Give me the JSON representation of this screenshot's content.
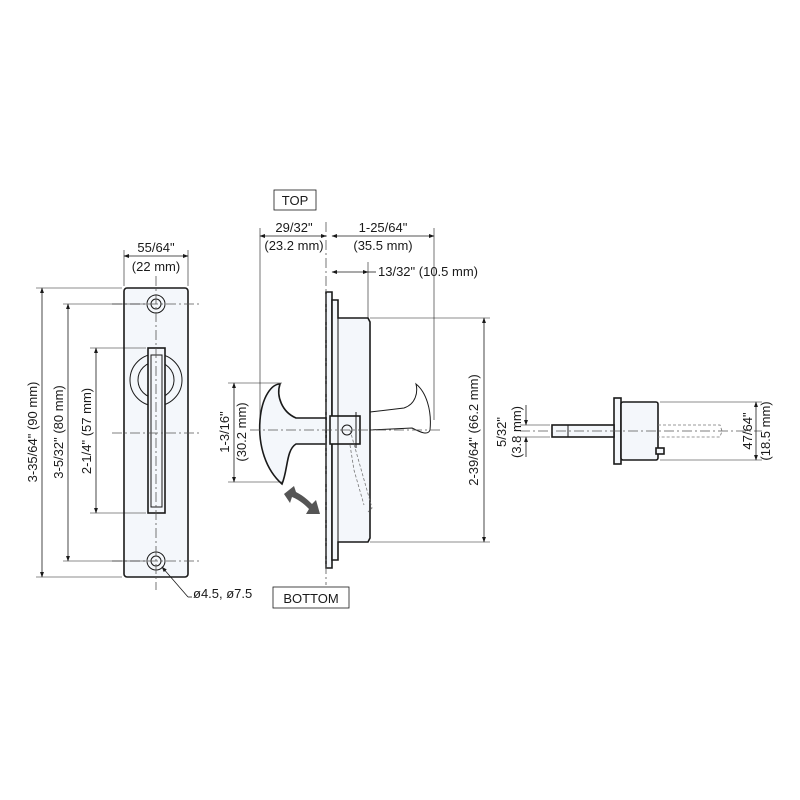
{
  "labels": {
    "top": "TOP",
    "bottom": "BOTTOM",
    "hole": "ø4.5, ø7.5"
  },
  "dimensions": {
    "front_width": [
      "55/64\"",
      "(22 mm)"
    ],
    "front_height_total": "3-35/64\" (90 mm)",
    "front_hole_pitch": "3-5/32\" (80 mm)",
    "front_slot_length": "2-1/4\" (57 mm)",
    "side_handle_depth": [
      "29/32\"",
      "(23.2 mm)"
    ],
    "side_body_depth": [
      "1-25/64\"",
      "(35.5 mm)"
    ],
    "side_flange_offset": "13/32\" (10.5 mm)",
    "side_handle_height": [
      "1-3/16\"",
      "(30.2 mm)"
    ],
    "side_body_height": "2-39/64\" (66.2 mm)",
    "end_pin_dia": [
      "5/32\"",
      "(3.8 mm)"
    ],
    "end_body_dia": [
      "47/64\"",
      "(18.5 mm)"
    ]
  },
  "colors": {
    "line": "#1a1a1a",
    "part_fill": "#f4f7fb",
    "arrow": "#555555"
  },
  "icons": {
    "rotation_arrow": "double-headed-curved-arrow-icon"
  }
}
